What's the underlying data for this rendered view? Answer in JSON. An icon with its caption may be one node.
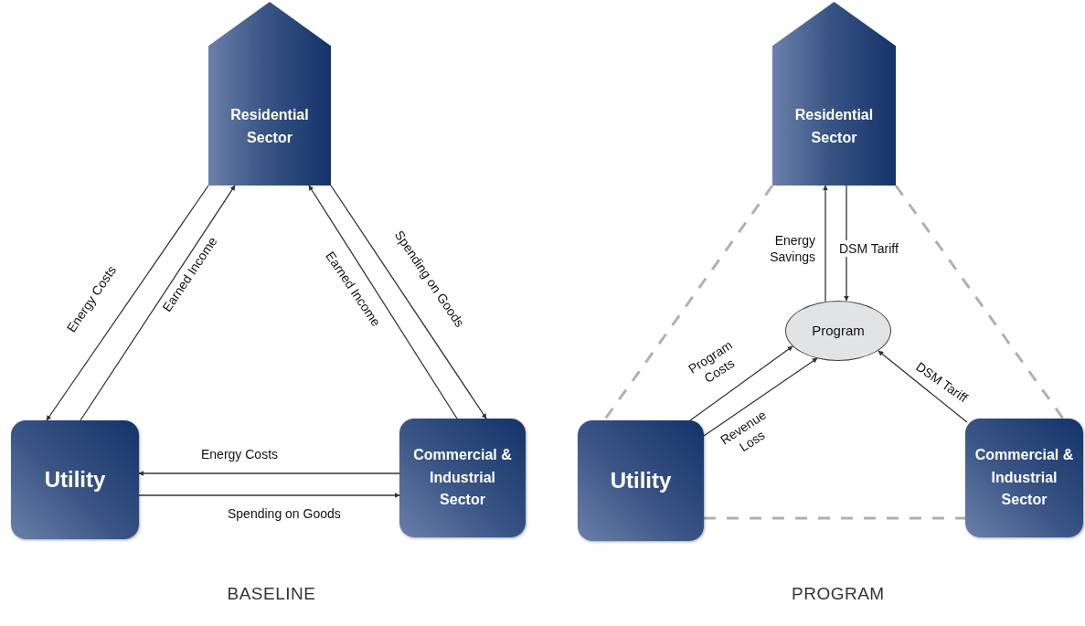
{
  "diagram": {
    "nodes": [
      {
        "text": [
          "Residential Sector"
        ]
      },
      {
        "text": [
          "Utility"
        ]
      },
      {
        "text": [
          "Commercial & Industrial Sector"
        ]
      },
      {
        "text": [
          "Residential Sector"
        ]
      },
      {
        "text": [
          "Program"
        ]
      },
      {
        "text": [
          "Utility"
        ]
      },
      {
        "text": [
          "Commercial & Industrial Sector"
        ]
      }
    ],
    "edges": [
      {
        "from": 0,
        "to": 1,
        "arrow": "to",
        "label": "Energy Costs"
      },
      {
        "from": 1,
        "to": 0,
        "arrow": "to",
        "label": "Earned Income"
      },
      {
        "from": 2,
        "to": 0,
        "arrow": "to",
        "label": "Earned Income"
      },
      {
        "from": 0,
        "to": 2,
        "arrow": "to",
        "label": "Spending on Goods"
      },
      {
        "from": 2,
        "to": 1,
        "arrow": "to",
        "label": "Energy Costs"
      },
      {
        "from": 1,
        "to": 2,
        "arrow": "to",
        "label": "Spending on Goods"
      },
      {
        "from": 4,
        "to": 3,
        "arrow": "to",
        "label": "Energy Savings"
      },
      {
        "from": 3,
        "to": 4,
        "arrow": "to",
        "label": "DSM Tariff"
      },
      {
        "from": 5,
        "to": 4,
        "arrow": "to",
        "label": "Program Costs"
      },
      {
        "from": 5,
        "to": 4,
        "arrow": "to",
        "label": "Revenue Loss"
      },
      {
        "from": 6,
        "to": 4,
        "arrow": "to",
        "label": "DSM Tariff"
      },
      {
        "from": 3,
        "to": 5,
        "arrow": "none",
        "style": "dashed",
        "color": "#b0b0b0"
      },
      {
        "from": 3,
        "to": 6,
        "arrow": "none",
        "style": "dashed",
        "color": "#b0b0b0"
      },
      {
        "from": 5,
        "to": 6,
        "arrow": "none",
        "style": "dashed",
        "color": "#b0b0b0"
      }
    ],
    "labels": [
      "BASELINE",
      "PROGRAM"
    ]
  }
}
